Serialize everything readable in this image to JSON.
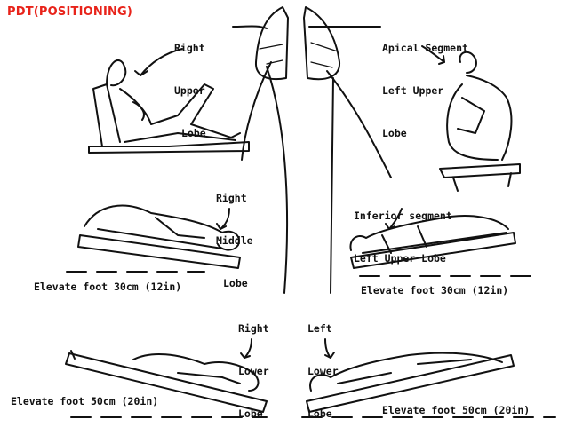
{
  "title": "PDT(POSITIONING)",
  "title_color": "#e8231a",
  "labels": {
    "right_upper": [
      "Right",
      "Upper",
      "Lobe"
    ],
    "apical_left_upper": [
      "Apical Segment",
      "Left Upper",
      "Lobe"
    ],
    "right_middle": [
      "Right",
      "Middle",
      "Lobe"
    ],
    "inferior_left_upper": [
      "Inferior segment",
      "Left Upper Lobe"
    ],
    "right_lower": [
      "Right",
      "Lower",
      "Lobe"
    ],
    "left_lower": [
      "Left",
      "Lower",
      "Lobe"
    ]
  },
  "captions": {
    "left_30": "Elevate foot 30cm (12in)",
    "right_30": "Elevate foot 30cm (12in)",
    "left_50": "Elevate foot 50cm (20in)",
    "right_50": "Elevate foot 50cm (20in)"
  }
}
